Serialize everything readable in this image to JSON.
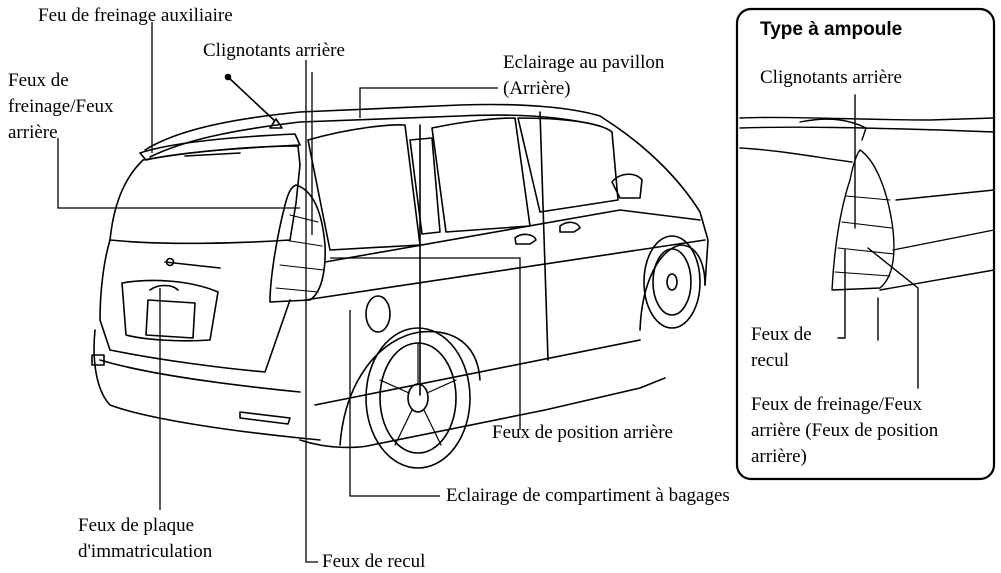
{
  "labels": {
    "aux_brake": "Feu de freinage auxiliaire",
    "brake_tail_1": "Feux de",
    "brake_tail_2": "freinage/Feux",
    "brake_tail_3": "arrière",
    "turn_signals": "Clignotants arrière",
    "roof_light_1": "Eclairage au pavillon",
    "roof_light_2": "(Arrière)",
    "position_lights": "Feux de position arrière",
    "cargo_light": "Eclairage de compartiment à bagages",
    "plate_1": "Feux de plaque",
    "plate_2": "d'immatriculation",
    "reverse": "Feux de recul"
  },
  "inset": {
    "title": "Type à ampoule",
    "turn_signals": "Clignotants arrière",
    "reverse_1": "Feux de",
    "reverse_2": "recul",
    "brake_1": "Feux de freinage/Feux",
    "brake_2": "arrière (Feux de position",
    "brake_3": "arrière)"
  }
}
